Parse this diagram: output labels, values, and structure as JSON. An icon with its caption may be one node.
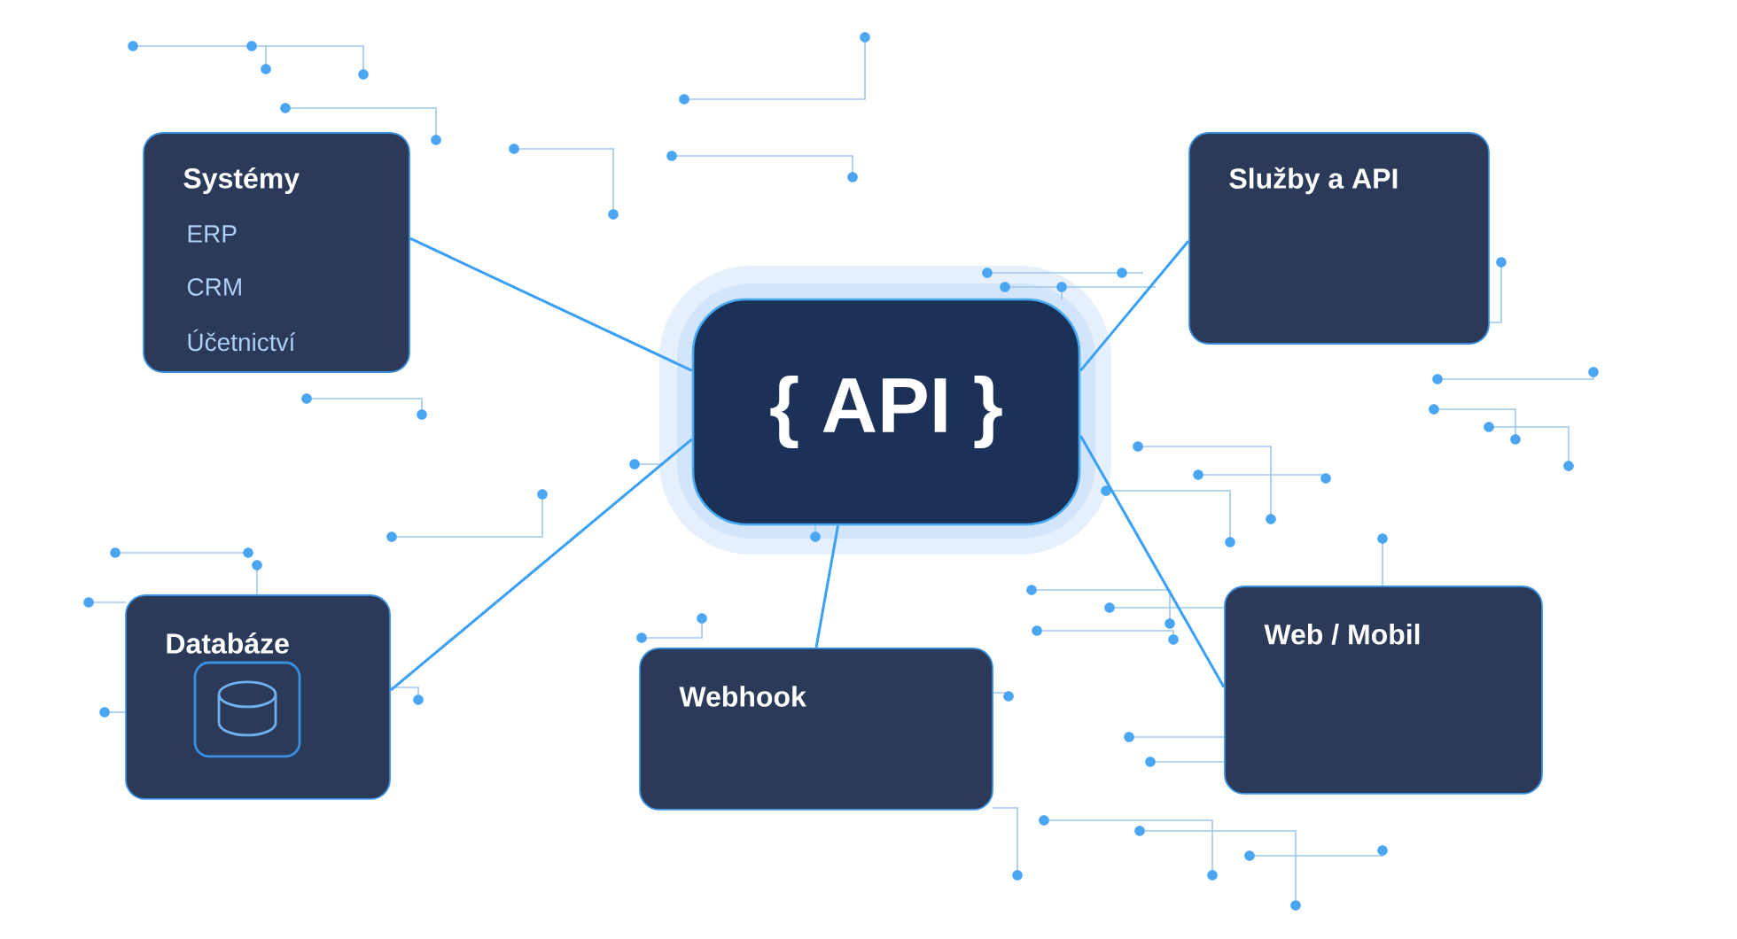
{
  "diagram": {
    "nodes": [
      {
        "text": [
          "Systémy",
          "ERP",
          "CRM",
          "Účetnictví"
        ]
      },
      {
        "text": [
          "Služby a API"
        ]
      },
      {
        "text": [
          "{ API }"
        ]
      },
      {
        "text": [
          "Databáze"
        ]
      },
      {
        "text": [
          "Webhook"
        ]
      },
      {
        "text": [
          "Web / Mobil"
        ]
      }
    ],
    "edges": [
      {
        "from": 0,
        "to": 2,
        "arrow": "none"
      },
      {
        "from": 1,
        "to": 2,
        "arrow": "none"
      },
      {
        "from": 3,
        "to": 2,
        "arrow": "none"
      },
      {
        "from": 4,
        "to": 2,
        "arrow": "none"
      },
      {
        "from": 5,
        "to": 2,
        "arrow": "none"
      }
    ]
  }
}
